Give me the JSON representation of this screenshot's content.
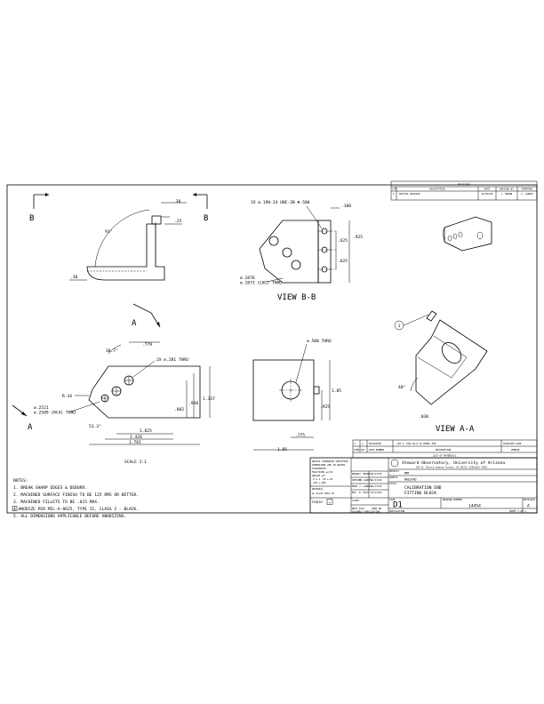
{
  "revisions": {
    "title": "REVISIONS",
    "headers": [
      "LTR",
      "DESCRIPTION",
      "DATE",
      "REVISED BY",
      "APPROVED"
    ],
    "row": [
      "A",
      "INITIAL RELEASE",
      "02/06/03",
      "J. BROWN",
      "J. LANDIS"
    ]
  },
  "views": {
    "top_left": {
      "section_letter_left": "B",
      "section_letter_right": "B",
      "dims": [
        ".38",
        ".25",
        ".30",
        "91°"
      ],
      "arrow_letter": "A"
    },
    "view_bb": {
      "title": "VIEW B-B",
      "callout_tapped": "2X ⌀.190-24 UNC-2B ▼.500",
      "callout_dowel": "⌀.1876\n⌀.1873 (LN1) THRU",
      "dims": [
        ".188",
        ".925",
        ".625",
        ".625"
      ]
    },
    "front": {
      "dims": [
        ".779",
        "38.7°",
        "2X ⌀.281 THRU",
        "R.34",
        ".882",
        ".938",
        "1.337",
        "1.025",
        "1.426",
        "1.781",
        "53.3°"
      ],
      "callout_pin": "⌀.2521\n⌀.2509 (RC4) THRU",
      "arrow_letter": "A",
      "scale": "SCALE 2:1"
    },
    "side": {
      "dims": [
        "⌀.500 THRU",
        "1.85",
        ".925",
        ".775",
        "1.85"
      ]
    },
    "view_aa": {
      "title": "VIEW A-A",
      "balloon": "1",
      "dims": [
        "40°",
        ".030"
      ]
    }
  },
  "notes": {
    "title": "NOTES:",
    "items": [
      "1. BREAK SHARP EDGES & DEBURR.",
      "2. MACHINED SURFACE FINISH TO BE 125 RMS OR BETTER.",
      "3. MACHINED FILLETS TO BE .015 MAX.",
      "4  ANODIZE PER MIL-A-8625, TYPE II, CLASS 2 - BLACK.",
      "5. ALL DIMENSIONS APPLICABLE BEFORE ANODIZING."
    ]
  },
  "parts_list": {
    "row": [
      "1",
      "2",
      "SD1494505",
      ".187 X .500 18-8 SS DOWEL PIN",
      "McMASTER CARR"
    ],
    "headers": [
      "ITEM",
      "QTY",
      "PART NUMBER",
      "DESCRIPTION",
      "VENDOR"
    ],
    "title": "LIST OF MATERIALS"
  },
  "title_block": {
    "organization": "Steward Observatory, University of Arizona",
    "address": "933 N. Cherry Avenue  Tucson, AZ 85721   (520)621-7630",
    "project_label": "PROJECT",
    "project": "MMT",
    "subsystem_label": "SUBSYS",
    "subsystem": "MAESTRO",
    "title_label": "TITLE",
    "title_line1": "CALIBRATION END",
    "title_line2": "FITTING BLOCK",
    "size_label": "SIZE",
    "size": "D1",
    "dwg_label": "DRAWING NUMBER",
    "drawing_number": "14454",
    "rev_label": "REVISION",
    "revision": "A",
    "sheet": "SHEET 1 OF 1",
    "tolerance_lines": [
      "UNLESS OTHERWISE SPECIFIED",
      "DIMENSIONS ARE IN INCHES",
      "TOLERANCES:",
      "FRACTIONS ±1/32",
      "ANGLES ±1°",
      ".X ±.1   .XX ±.01",
      ".XXX ±.005"
    ],
    "material_label": "MATERIAL",
    "material": "AL ALLOY 6061-T6",
    "finish_label": "FINISH",
    "finish": "4",
    "approvals": [
      [
        "DRAWN",
        "J. BROWN",
        "02/13/03"
      ],
      [
        "CHECKED",
        "J. LANDIS",
        "02/13/03"
      ],
      [
        "ENGR",
        "J. LANDIS",
        "02/13/03"
      ],
      [
        "MFG",
        "W. ROSS",
        "02/13/03"
      ]
    ],
    "next_assy_label": "NEXT ASSY",
    "next_assy": "14450",
    "used_on_label": "USED ON",
    "application_label": "APPLICATION",
    "assembly_label": "ASSEMBLY APPLICATION"
  }
}
